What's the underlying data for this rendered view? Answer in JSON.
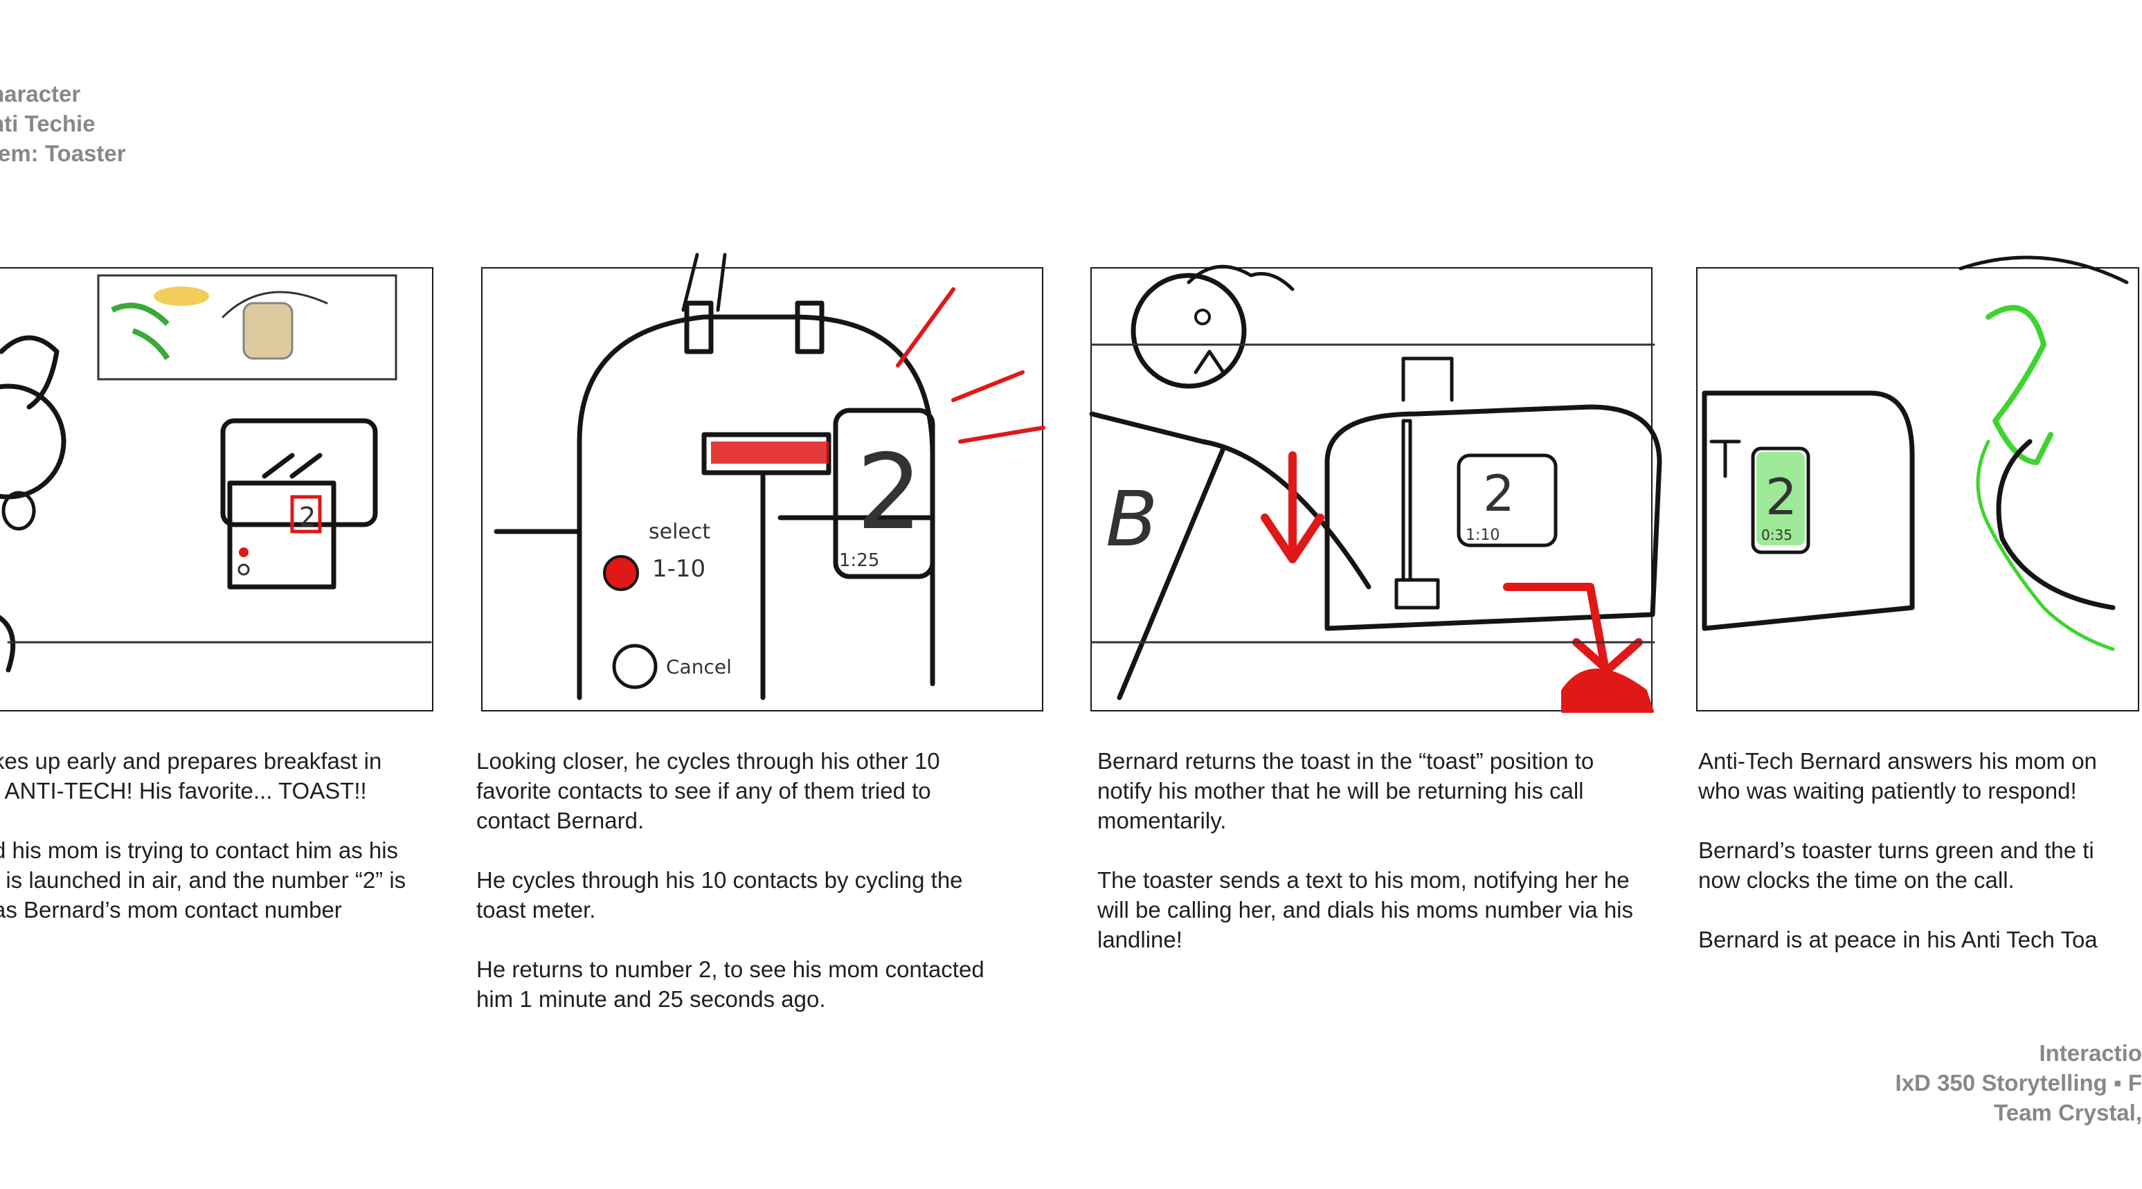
{
  "header": {
    "line1": "haracter",
    "line2": "nti Techie",
    "line3": "tem: Toaster"
  },
  "panels": [
    {
      "caption": [
        "kes up early and prepares breakfast in\nf ANTI-TECH! His favorite... TOAST!!",
        "d his mom is trying to contact him as his\nt is launched in air, and the number “2” is\nas Bernard’s mom contact number"
      ],
      "sketch_text": {
        "digit": "2"
      }
    },
    {
      "caption": [
        "Looking closer, he cycles through his other 10\nfavorite contacts to see if any of them tried to\ncontact Bernard.",
        "He cycles through his 10 contacts by cycling the\ntoast meter.",
        "He returns to number 2, to see his mom contacted\nhim 1 minute and 25 seconds ago."
      ],
      "sketch_text": {
        "select": "select",
        "range": "1-10",
        "cancel": "Cancel",
        "digit": "2",
        "time": "1:25"
      }
    },
    {
      "caption": [
        "Bernard returns the toast in the “toast” position to\nnotify his mother that he will be returning his call\nmomentarily.",
        "The toaster sends a text to his mom, notifying her he\nwill be calling her, and dials his moms number via his\nlandline!"
      ],
      "sketch_text": {
        "initial": "B",
        "digit": "2",
        "time": "1:10"
      }
    },
    {
      "caption": [
        "Anti-Tech Bernard answers his mom on\nwho was waiting patiently to respond!",
        "Bernard’s toaster turns green and the ti\nnow clocks the time on the call.",
        "Bernard is at peace in his Anti Tech Toa"
      ],
      "sketch_text": {
        "digit": "2",
        "time": "0:35"
      }
    }
  ],
  "footer": {
    "line1": "Interactio",
    "line2": "IxD 350 Storytelling ▪ F",
    "line3": "Team Crystal,"
  },
  "colors": {
    "accent_red": "#e01818",
    "accent_green": "#3dd430",
    "meta_gray": "#888888"
  }
}
